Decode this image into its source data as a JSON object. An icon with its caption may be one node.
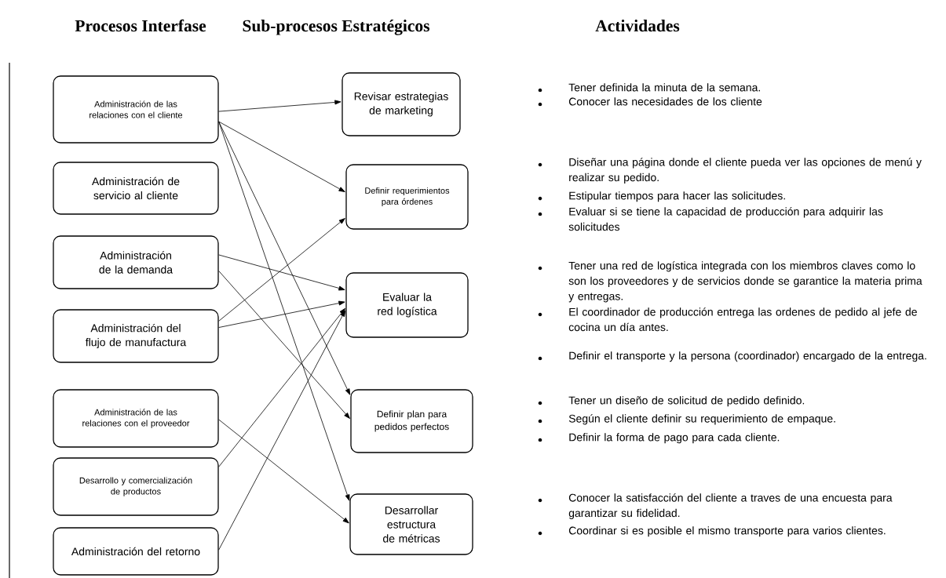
{
  "diagram": {
    "nodes": [
      {
        "text": [
          "Administración de las relaciones con el cliente"
        ]
      },
      {
        "text": [
          "Administración de servicio al cliente"
        ]
      },
      {
        "text": [
          "Administración de la demanda"
        ]
      },
      {
        "text": [
          "Administración del flujo de manufactura"
        ]
      },
      {
        "text": [
          "Administración de las relaciones con el proveedor"
        ]
      },
      {
        "text": [
          "Desarrollo y comercialización de productos"
        ]
      },
      {
        "text": [
          "Administración del retorno"
        ]
      },
      {
        "text": [
          "Revisar estrategias de marketing"
        ]
      },
      {
        "text": [
          "Definir requerimientos para órdenes"
        ]
      },
      {
        "text": [
          "Evaluar la red logística"
        ]
      },
      {
        "text": [
          "Definir plan para pedidos perfectos"
        ]
      },
      {
        "text": [
          "Desarrollar estructura de métricas"
        ]
      }
    ],
    "edges": [
      {
        "from": 0,
        "to": 7,
        "arrow": "to"
      },
      {
        "from": 0,
        "to": 8,
        "arrow": "to"
      },
      {
        "from": 0,
        "to": 10,
        "arrow": "to"
      },
      {
        "from": 0,
        "to": 11,
        "arrow": "to"
      },
      {
        "from": 2,
        "to": 9,
        "arrow": "to"
      },
      {
        "from": 2,
        "to": 10,
        "arrow": "to"
      },
      {
        "from": 3,
        "to": 8,
        "arrow": "to"
      },
      {
        "from": 3,
        "to": 9,
        "arrow": "to"
      },
      {
        "from": 4,
        "to": 11,
        "arrow": "to"
      },
      {
        "from": 5,
        "to": 9,
        "arrow": "to"
      },
      {
        "from": 6,
        "to": 9,
        "arrow": "to"
      }
    ],
    "labels": [
      "Procesos Interfase",
      "Sub-procesos Estratégicos",
      "Actividades",
      "Tener definida la minuta de la semana.",
      "Conocer las necesidades de los cliente",
      "Diseñar una página donde el cliente pueda ver las opciones de menú y realizar su pedido.",
      "Estipular tiempos para hacer las solicitudes.",
      "Evaluar si se tiene la capacidad de producción para adquirir las solicitudes",
      "Tener una red de logística integrada con los miembros claves como lo son los proveedores y de servicios donde se garantice la materia prima y entregas.",
      "El coordinador de producción entrega las ordenes de pedido al jefe de cocina un día antes.",
      "Definir el transporte y la persona (coordinador) encargado de la entrega.",
      "Tener un diseño de solicitud de pedido definido.",
      "Según el cliente definir su requerimiento de empaque.",
      "Definir la forma de pago para cada cliente.",
      "Conocer la satisfacción del cliente a traves de una encuesta para garantizar su fidelidad.",
      "Coordinar si es posible el mismo transporte para varios clientes."
    ]
  }
}
